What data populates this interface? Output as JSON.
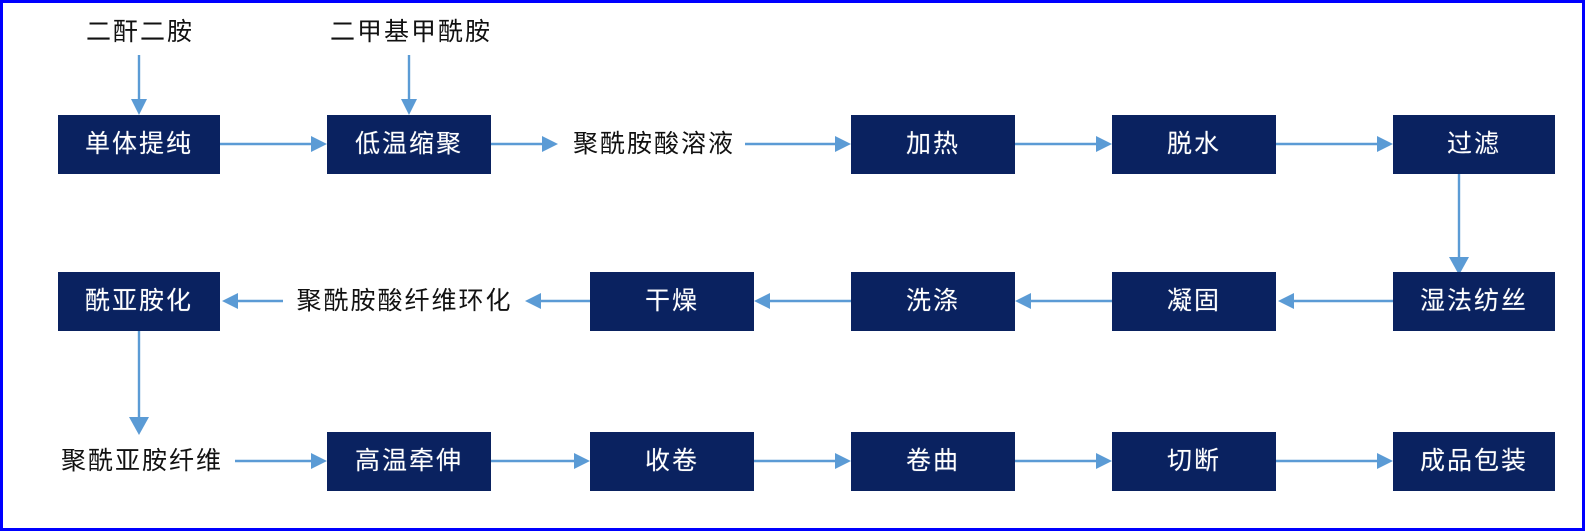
{
  "diagram": {
    "title_text": "",
    "colors": {
      "node_fill": "#0A2260",
      "node_text": "#FFFFFF",
      "arrow": "#5B9BD5",
      "page_border": "#0000FF",
      "background": "#FFFFFF",
      "label_text": "#111111"
    },
    "rows": [
      {
        "id": "row-1",
        "direction": "left-to-right",
        "nodes": [
          {
            "id": "n-monomer-purification",
            "kind": "box",
            "label": "单体提纯"
          },
          {
            "id": "n-low-temp-polycondensation",
            "kind": "box",
            "label": "低温缩聚"
          },
          {
            "id": "n-polyamic-acid-solution",
            "kind": "text",
            "label": "聚酰胺酸溶液"
          },
          {
            "id": "n-heating",
            "kind": "box",
            "label": "加热"
          },
          {
            "id": "n-dehydration",
            "kind": "box",
            "label": "脱水"
          },
          {
            "id": "n-filtration",
            "kind": "box",
            "label": "过滤"
          }
        ]
      },
      {
        "id": "row-2",
        "direction": "right-to-left",
        "nodes": [
          {
            "id": "n-imidization",
            "kind": "box",
            "label": "酰亚胺化"
          },
          {
            "id": "n-pa-fiber-cyclization",
            "kind": "text",
            "label": "聚酰胺酸纤维环化"
          },
          {
            "id": "n-drying",
            "kind": "box",
            "label": "干燥"
          },
          {
            "id": "n-washing",
            "kind": "box",
            "label": "洗涤"
          },
          {
            "id": "n-coagulation",
            "kind": "box",
            "label": "凝固"
          },
          {
            "id": "n-wet-spinning",
            "kind": "box",
            "label": "湿法纺丝"
          }
        ]
      },
      {
        "id": "row-3",
        "direction": "left-to-right",
        "nodes": [
          {
            "id": "n-polyimide-fiber",
            "kind": "text",
            "label": "聚酰亚胺纤维"
          },
          {
            "id": "n-high-temp-drawing",
            "kind": "box",
            "label": "高温牵伸"
          },
          {
            "id": "n-winding",
            "kind": "box",
            "label": "收卷"
          },
          {
            "id": "n-crimping",
            "kind": "box",
            "label": "卷曲"
          },
          {
            "id": "n-cutting",
            "kind": "box",
            "label": "切断"
          },
          {
            "id": "n-finished-packaging",
            "kind": "box",
            "label": "成品包装"
          }
        ]
      }
    ],
    "inputs": [
      {
        "id": "input-dianhydride-diamine",
        "label": "二酐二胺",
        "target": "n-monomer-purification"
      },
      {
        "id": "input-dimethylformamide",
        "label": "二甲基甲酰胺",
        "target": "n-low-temp-polycondensation"
      }
    ],
    "connectors": [
      {
        "id": "c-filtration-to-wet-spinning",
        "from": "n-filtration",
        "to": "n-wet-spinning",
        "orientation": "vertical"
      },
      {
        "id": "c-imidization-to-polyimide-fiber",
        "from": "n-imidization",
        "to": "n-polyimide-fiber",
        "orientation": "vertical"
      }
    ]
  }
}
